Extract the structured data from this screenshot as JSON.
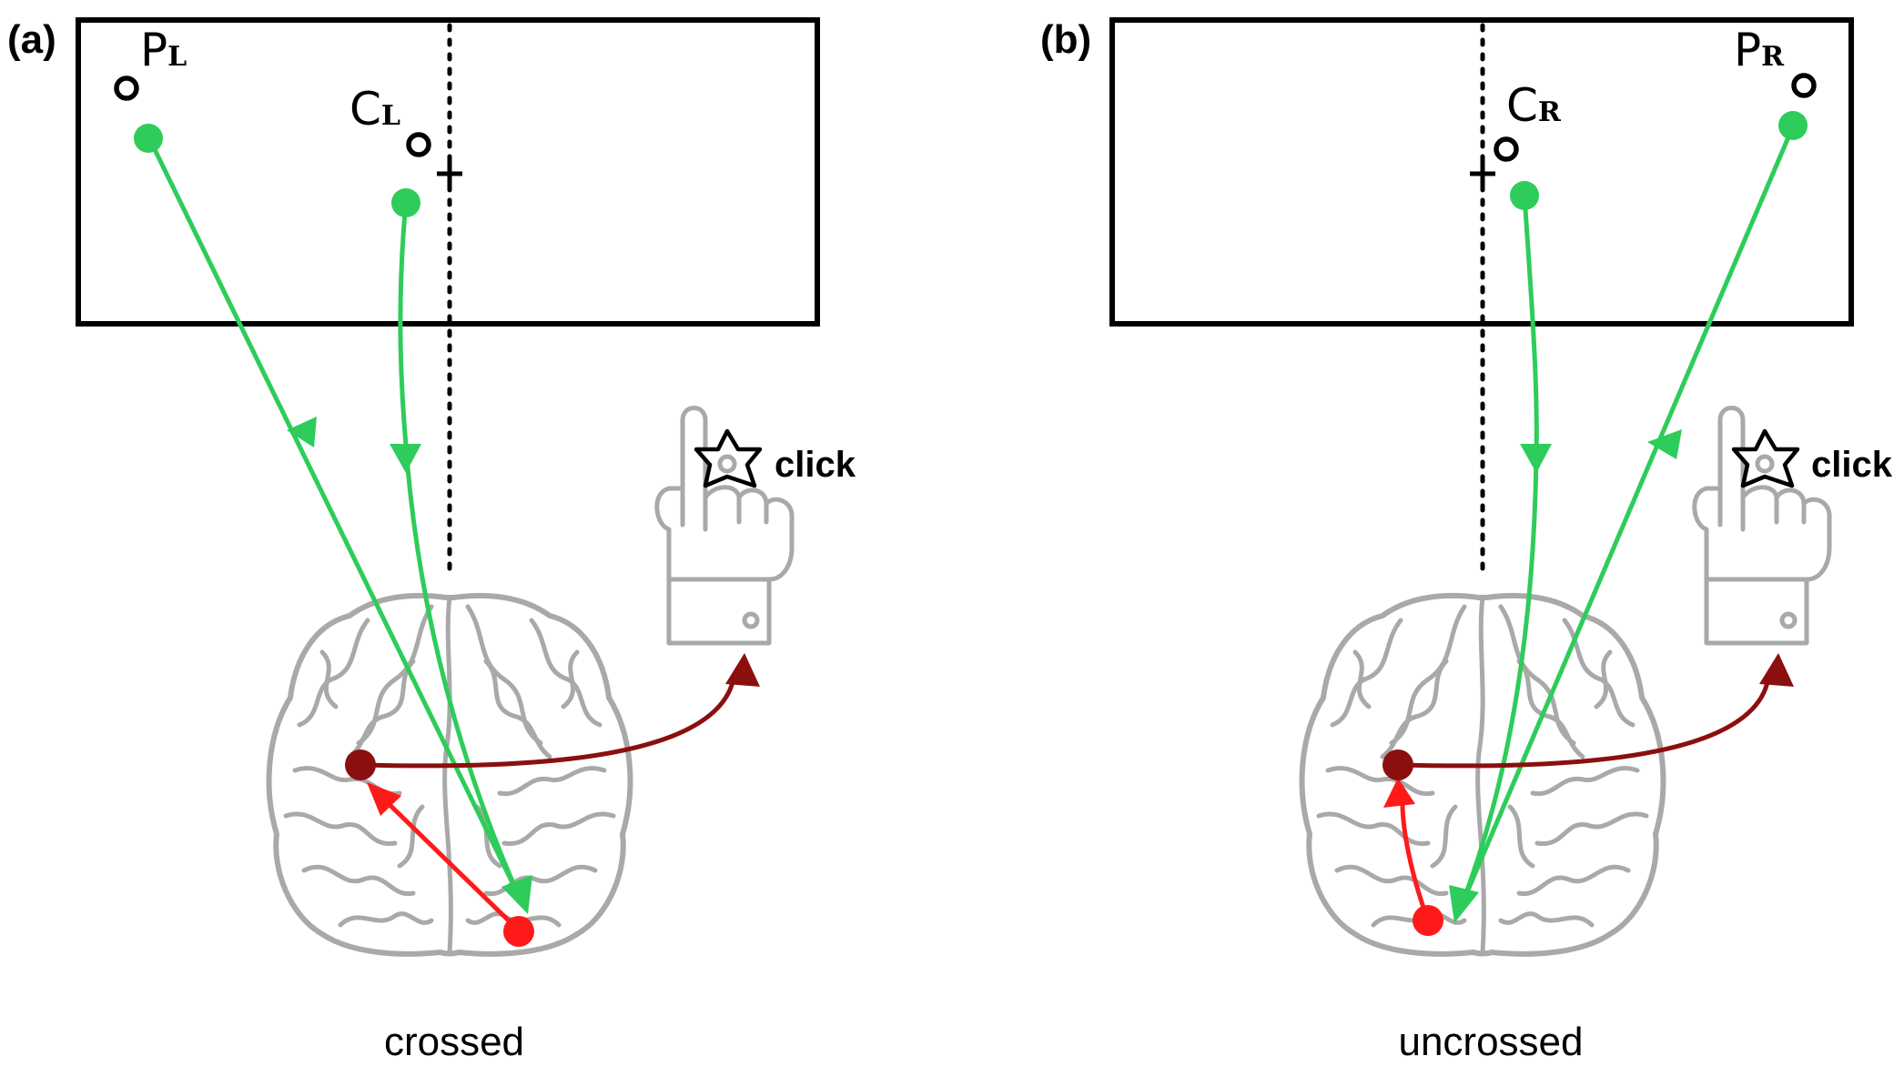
{
  "panels": [
    {
      "label": "(a)",
      "peripheral": {
        "letter": "P",
        "sub": "L"
      },
      "central": {
        "letter": "C",
        "sub": "L"
      },
      "click": "click",
      "caption": "crossed"
    },
    {
      "label": "(b)",
      "peripheral": {
        "letter": "P",
        "sub": "R"
      },
      "central": {
        "letter": "C",
        "sub": "R"
      },
      "click": "click",
      "caption": "uncrossed"
    }
  ],
  "colors": {
    "visual_path": "#2ecc5a",
    "target_dot": "#2ecc5a",
    "visual_cortex_dot": "#ff1a1a",
    "motor_cortex_dot": "#8b0f0f",
    "brain": "#a9a9a9"
  },
  "icons": [
    "brain-icon",
    "pointing-hand-icon",
    "click-star-icon",
    "fixation-cross-icon"
  ]
}
